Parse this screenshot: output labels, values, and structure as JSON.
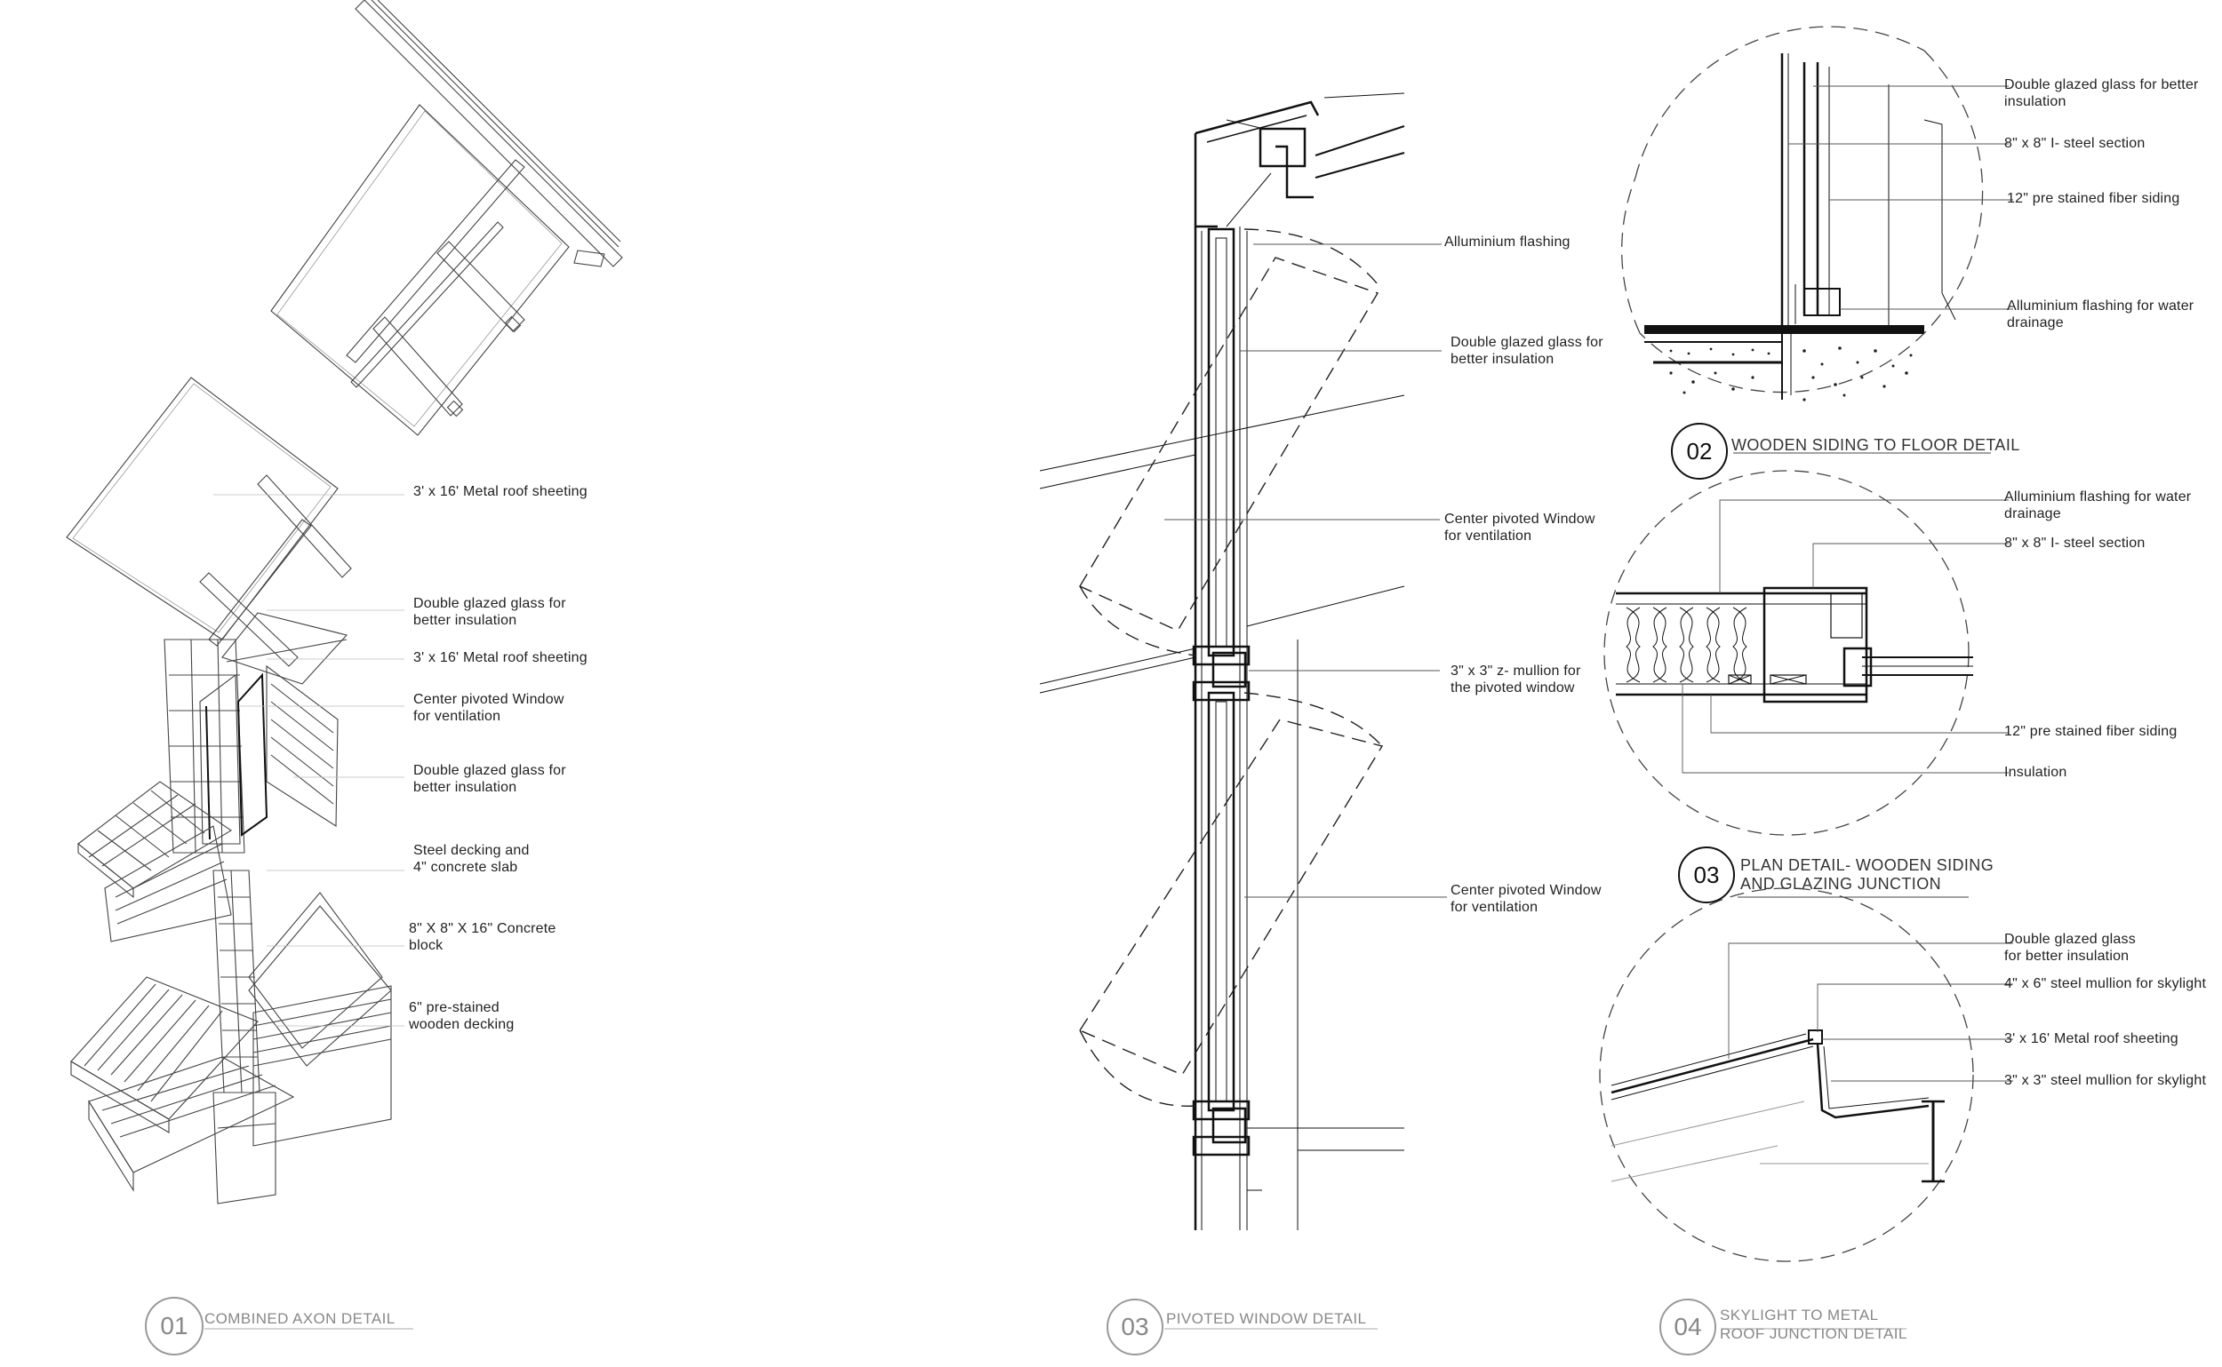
{
  "axon": {
    "labels": [
      {
        "lines": [
          "3' x 16' Metal roof sheeting"
        ]
      },
      {
        "lines": [
          "Double glazed glass for",
          "better insulation"
        ]
      },
      {
        "lines": [
          "3' x 16' Metal roof sheeting"
        ]
      },
      {
        "lines": [
          "Center pivoted Window",
          "for ventilation"
        ]
      },
      {
        "lines": [
          "Double glazed glass for",
          "better insulation"
        ]
      },
      {
        "lines": [
          "Steel decking and",
          "4\" concrete slab"
        ]
      },
      {
        "lines": [
          "8\" X 8\" X 16\" Concrete",
          "block"
        ]
      },
      {
        "lines": [
          "6\" pre-stained",
          "wooden decking"
        ]
      }
    ],
    "number": "01",
    "title": "COMBINED AXON DETAIL"
  },
  "window": {
    "labels": [
      {
        "lines": [
          "Alluminium flashing"
        ]
      },
      {
        "lines": [
          "Double glazed glass for",
          "better insulation"
        ]
      },
      {
        "lines": [
          "Center pivoted Window",
          "for ventilation"
        ]
      },
      {
        "lines": [
          "3\" x 3\" z- mullion for",
          "the pivoted window"
        ]
      },
      {
        "lines": [
          "Center pivoted Window",
          "for ventilation"
        ]
      }
    ],
    "number": "03",
    "title": "PIVOTED WINDOW DETAIL"
  },
  "siding_floor": {
    "labels": [
      {
        "lines": [
          "Double glazed glass for better",
          "insulation"
        ]
      },
      {
        "lines": [
          "8\" x 8\" I- steel section"
        ]
      },
      {
        "lines": [
          "12\" pre stained fiber siding"
        ]
      },
      {
        "lines": [
          "Alluminium flashing for water",
          "drainage"
        ]
      }
    ],
    "number": "02",
    "title": "WOODEN SIDING TO FLOOR DETAIL"
  },
  "plan_detail": {
    "labels": [
      {
        "lines": [
          "Alluminium flashing for water",
          "drainage"
        ]
      },
      {
        "lines": [
          "8\" x 8\" I- steel section"
        ]
      },
      {
        "lines": [
          "12\" pre stained fiber siding"
        ]
      },
      {
        "lines": [
          "Insulation"
        ]
      }
    ],
    "number": "03",
    "title_lines": [
      "PLAN DETAIL- WOODEN SIDING",
      "AND GLAZING JUNCTION"
    ]
  },
  "skylight": {
    "labels": [
      {
        "lines": [
          "Double glazed glass",
          "for better insulation"
        ]
      },
      {
        "lines": [
          "4\" x 6\" steel mullion for skylight"
        ]
      },
      {
        "lines": [
          "3' x 16' Metal roof sheeting"
        ]
      },
      {
        "lines": [
          "3\" x 3\" steel mullion for skylight"
        ]
      }
    ],
    "number": "04",
    "title_lines": [
      "SKYLIGHT TO METAL",
      "ROOF JUNCTION DETAIL"
    ]
  },
  "colors": {
    "ink": "#111111",
    "fine": "#444444",
    "grey": "#999999"
  }
}
